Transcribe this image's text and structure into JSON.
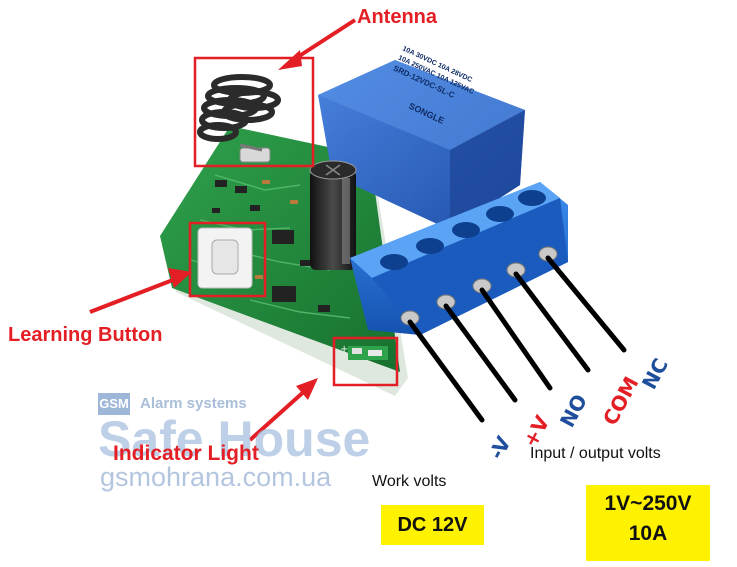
{
  "labels": {
    "antenna": "Antenna",
    "learning_button": "Learning Button",
    "indicator_light": "Indicator Light",
    "work_volts": "Work volts",
    "io_volts": "Input / output volts",
    "dc": "DC 12V",
    "ac_range": "1V~250V",
    "amps": "10A"
  },
  "pins": {
    "minus_v": "-V",
    "plus_v": "+V",
    "no": "NO",
    "com": "COM",
    "nc": "NC"
  },
  "relay_print": {
    "brand": "SONGLE",
    "model": "SRD-12VDC-SL-C",
    "rating_1": "10A 250VAC  10A 125VAC",
    "rating_2": "10A 30VDC  10A 28VDC"
  },
  "pcb_print": {
    "minus": "-",
    "plus": "+"
  },
  "watermark": {
    "gsm": "GSM",
    "alarm": "Alarm systems",
    "brand": "Safe House",
    "url": "gsmohrana.com.ua"
  },
  "colors": {
    "label_red": "#e31e24",
    "pin_blue": "#1f4e9c",
    "highlight_yellow": "#fff200",
    "terminal_blue": "#1e6fd0",
    "relay_blue": "#2f68c7",
    "pcb_green": "#1f8a3a"
  }
}
